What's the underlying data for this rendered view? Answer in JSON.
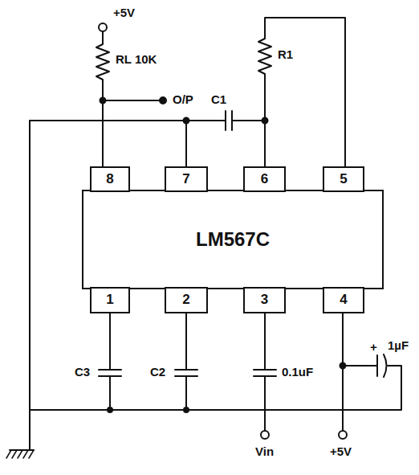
{
  "diagram": {
    "nodes": [
      {
        "text": [
          "LM567C"
        ]
      },
      {
        "text": [
          "8"
        ]
      },
      {
        "text": [
          "7"
        ]
      },
      {
        "text": [
          "6"
        ]
      },
      {
        "text": [
          "5"
        ]
      },
      {
        "text": [
          "1"
        ]
      },
      {
        "text": [
          "2"
        ]
      },
      {
        "text": [
          "3"
        ]
      },
      {
        "text": [
          "4"
        ]
      }
    ],
    "labels": [
      "+5V",
      "RL 10K",
      "O/P",
      "C1",
      "R1",
      "C3",
      "C2",
      "0.1uF",
      "+",
      "1µF",
      "Vin",
      "+5V"
    ]
  }
}
